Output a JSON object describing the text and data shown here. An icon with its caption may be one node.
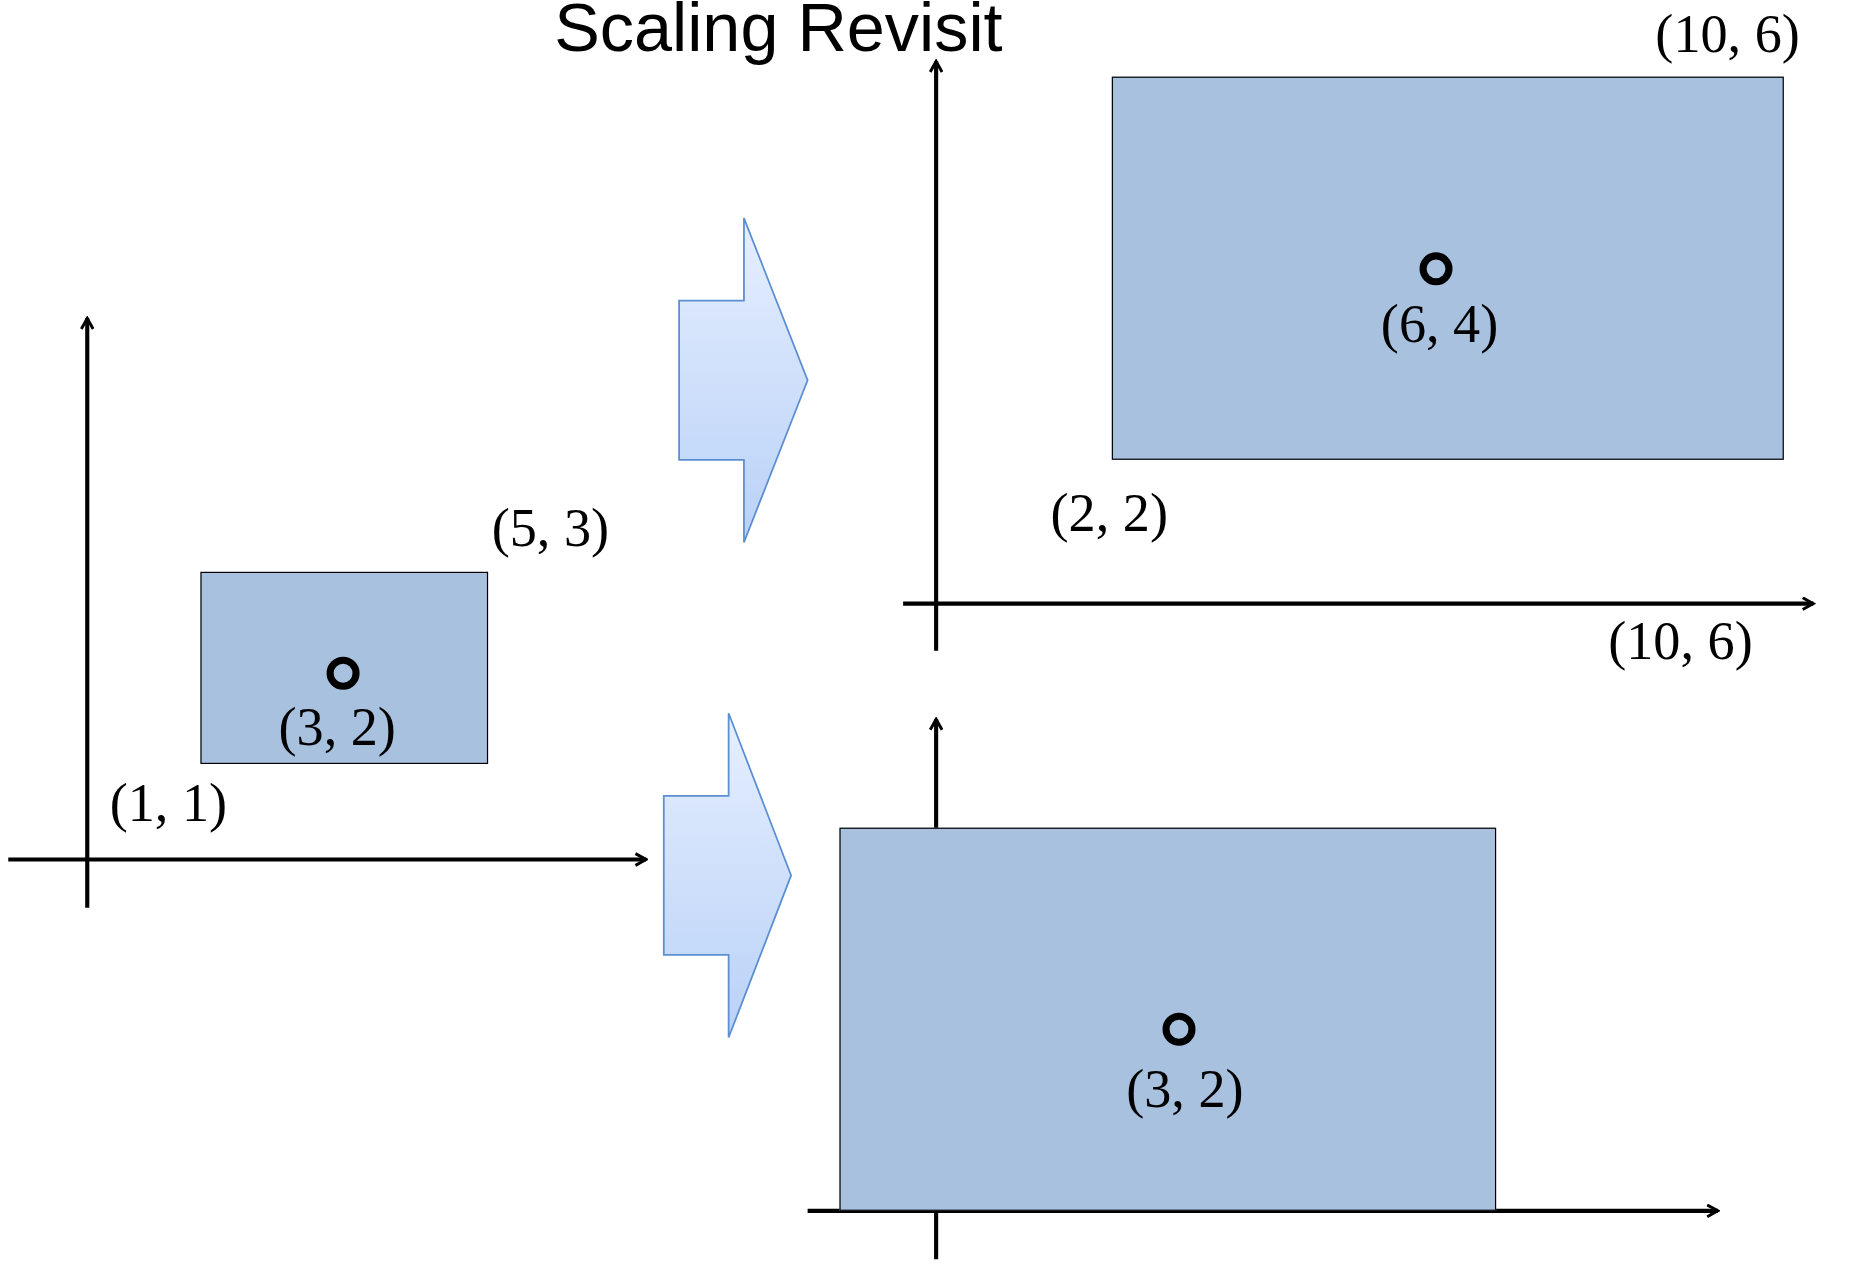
{
  "diagram": {
    "title": "Scaling Revisit",
    "nodes": [
      {
        "text": [
          "(3, 2)"
        ]
      },
      {
        "text": [
          "(6, 4)"
        ]
      },
      {
        "text": [
          "(3, 2)"
        ]
      }
    ],
    "labels": [
      "(10, 6)",
      "(5, 3)",
      "(2, 2)",
      "(10, 6)",
      "(1, 1)"
    ]
  }
}
